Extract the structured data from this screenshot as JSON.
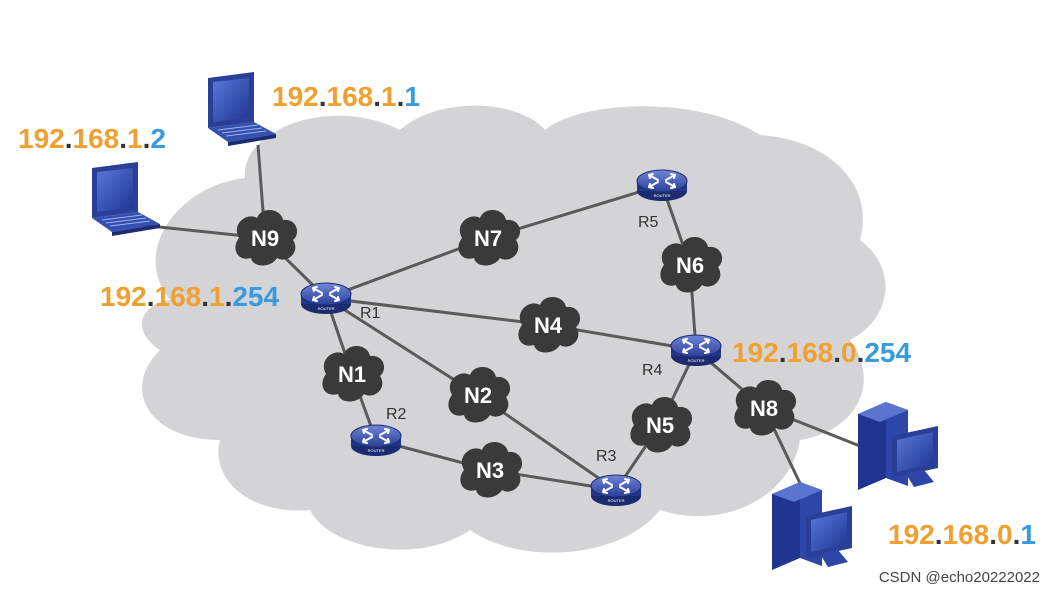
{
  "colors": {
    "cloud": "#d4d4d6",
    "node": "#3a3a3a",
    "link": "#5a5a5a",
    "ip_orange": "#f0a030",
    "ip_blue": "#3a9ae0",
    "router": "#2f4aa8",
    "computer": "#2d46a8"
  },
  "nodes": {
    "n1": "N1",
    "n2": "N2",
    "n3": "N3",
    "n4": "N4",
    "n5": "N5",
    "n6": "N6",
    "n7": "N7",
    "n8": "N8",
    "n9": "N9"
  },
  "routers": {
    "r1": "R1",
    "r2": "R2",
    "r3": "R3",
    "r4": "R4",
    "r5": "R5"
  },
  "ips": {
    "laptop1": [
      "192",
      ".",
      "168",
      ".",
      "1",
      ".",
      "1"
    ],
    "laptop2": [
      "192",
      ".",
      "168",
      ".",
      "1",
      ".",
      "2"
    ],
    "r1_gateway": [
      "192",
      ".",
      "168",
      ".",
      "1",
      ".",
      "254"
    ],
    "r4_gateway": [
      "192",
      ".",
      "168",
      ".",
      "0",
      ".",
      "254"
    ],
    "server": [
      "192",
      ".",
      "168",
      ".",
      "0",
      ".",
      "1"
    ]
  },
  "watermark": "CSDN @echo20222022"
}
